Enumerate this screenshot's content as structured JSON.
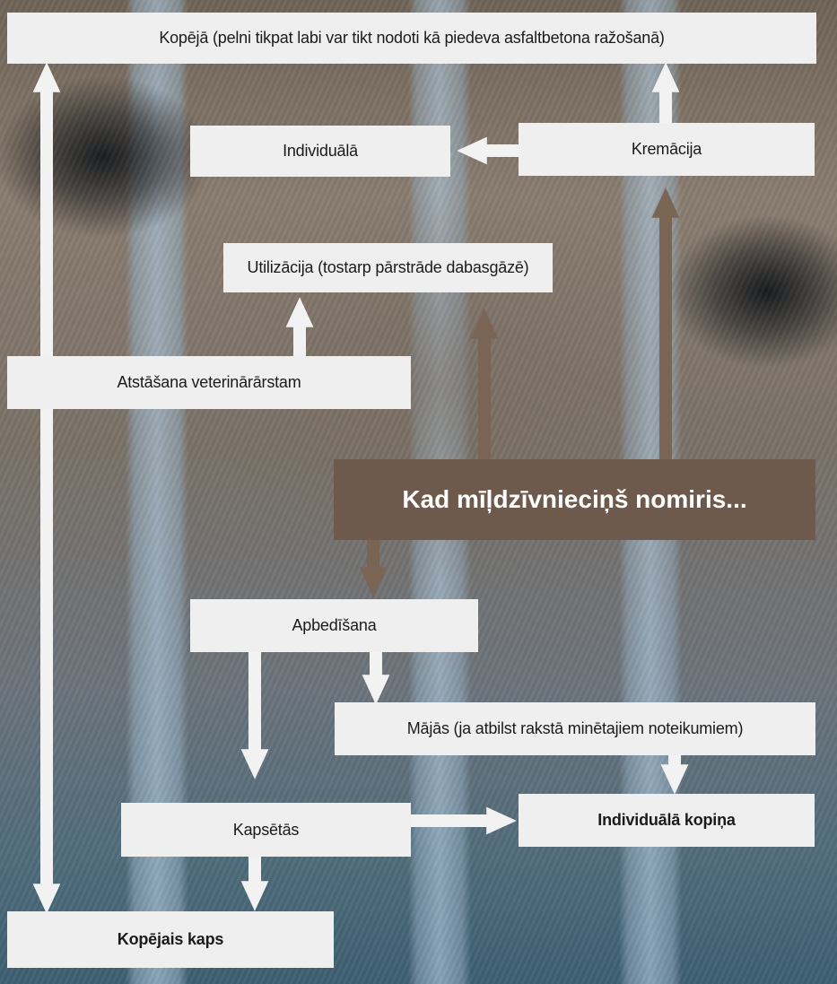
{
  "diagram": {
    "center": "Kad mīļdzīvnieciņš nomiris...",
    "nodes": {
      "kopeja": "Kopējā (pelni tikpat labi var tikt nodoti kā piedeva asfaltbetona ražošanā)",
      "individuala": "Individuālā",
      "kremacija": "Kremācija",
      "utilizacija": "Utilizācija (tostarp pārstrāde dabasgāzē)",
      "atstasana": "Atstāšana veterinārārstam",
      "apbedisana": "Apbedīšana",
      "majas": "Mājās (ja atbilst rakstā minētajiem noteikumiem)",
      "kapsetas": "Kapsētās",
      "individuala_kopina": "Individuālā kopiņa",
      "kopejais_kaps": "Kopējais kaps"
    }
  },
  "colors": {
    "box": "#efefef",
    "center_box": "#6d5a4c",
    "brown_arrow": "#7a6555",
    "white_arrow": "#f2f2f2"
  }
}
